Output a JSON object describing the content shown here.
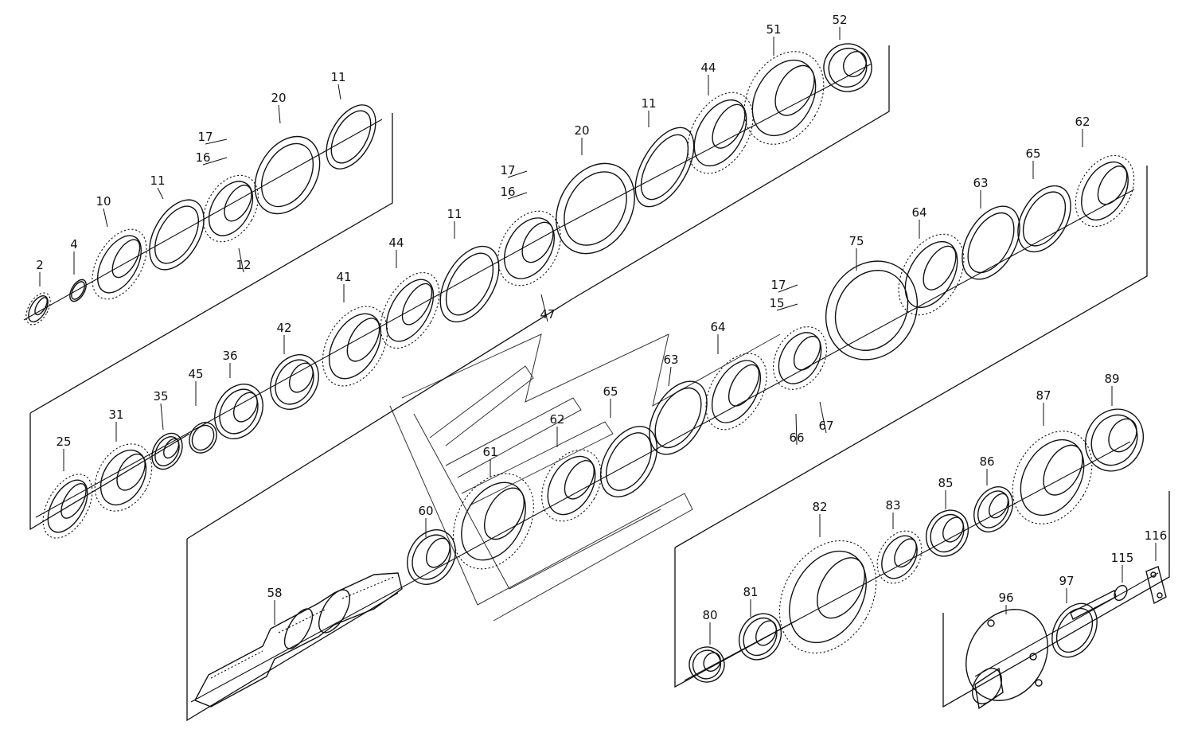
{
  "diagram": {
    "watermark_color": "#333333",
    "line_color": "#111111",
    "callouts": [
      {
        "label": "2"
      },
      {
        "label": "4"
      },
      {
        "label": "10"
      },
      {
        "label": "11"
      },
      {
        "label": "12"
      },
      {
        "label": "17"
      },
      {
        "label": "16"
      },
      {
        "label": "20"
      },
      {
        "label": "11"
      },
      {
        "label": "25"
      },
      {
        "label": "31"
      },
      {
        "label": "35"
      },
      {
        "label": "45"
      },
      {
        "label": "36"
      },
      {
        "label": "42"
      },
      {
        "label": "41"
      },
      {
        "label": "44"
      },
      {
        "label": "11"
      },
      {
        "label": "47"
      },
      {
        "label": "17"
      },
      {
        "label": "16"
      },
      {
        "label": "20"
      },
      {
        "label": "11"
      },
      {
        "label": "44"
      },
      {
        "label": "51"
      },
      {
        "label": "52"
      },
      {
        "label": "58"
      },
      {
        "label": "60"
      },
      {
        "label": "61"
      },
      {
        "label": "62"
      },
      {
        "label": "65"
      },
      {
        "label": "63"
      },
      {
        "label": "64"
      },
      {
        "label": "66"
      },
      {
        "label": "67"
      },
      {
        "label": "17"
      },
      {
        "label": "15"
      },
      {
        "label": "75"
      },
      {
        "label": "64"
      },
      {
        "label": "63"
      },
      {
        "label": "65"
      },
      {
        "label": "62"
      },
      {
        "label": "80"
      },
      {
        "label": "81"
      },
      {
        "label": "82"
      },
      {
        "label": "83"
      },
      {
        "label": "85"
      },
      {
        "label": "86"
      },
      {
        "label": "87"
      },
      {
        "label": "89"
      },
      {
        "label": "96"
      },
      {
        "label": "97"
      },
      {
        "label": "115"
      },
      {
        "label": "116"
      }
    ]
  }
}
